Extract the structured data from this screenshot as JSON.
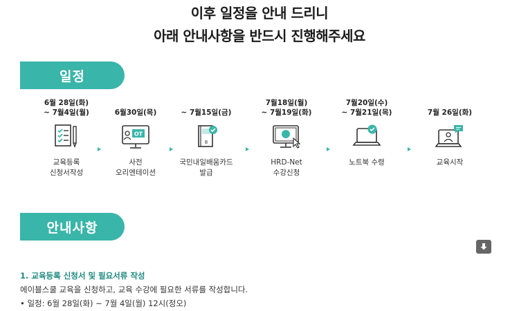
{
  "header": {
    "line1": "이후 일정을 안내 드리니",
    "line2": "아래 안내사항을 반드시 진행해주세요"
  },
  "schedule_label": "일정",
  "steps": [
    {
      "date1": "6월 28일(화)",
      "date2": "~ 7월4일(월)",
      "label1": "교육등록",
      "label2": "신청서작성",
      "icon": "document-pen-icon"
    },
    {
      "date1": "",
      "date2": "6월30일(목)",
      "label1": "사전",
      "label2": "오리엔테이션",
      "icon": "monitor-ot-icon",
      "badge": "OT"
    },
    {
      "date1": "",
      "date2": "~ 7월15일(금)",
      "label1": "국민내일배움카드",
      "label2": "발급",
      "icon": "card-check-icon"
    },
    {
      "date1": "7월18일(월)",
      "date2": "~ 7월19일(화)",
      "label1": "HRD-Net",
      "label2": "수강신청",
      "icon": "monitor-click-icon"
    },
    {
      "date1": "7월20일(수)",
      "date2": "~ 7월21일(목)",
      "label1": "노트북 수령",
      "label2": "",
      "icon": "laptop-check-icon"
    },
    {
      "date1": "",
      "date2": "7월 26일(화)",
      "label1": "교육시작",
      "label2": "",
      "icon": "laptop-chat-icon"
    }
  ],
  "notice_label": "안내사항",
  "notice": {
    "title": "1. 교육등록 신청서 및 필요서류 작성",
    "desc": "에이블스쿨 교육을 신청하고, 교육 수강에 필요한 서류를 작성합니다.",
    "bullet": "• 일정: 6월 28일(화) ~ 7월 4일(월) 12시(정오)"
  },
  "colors": {
    "accent": "#3ab5a9",
    "accent_dark": "#1f8a80",
    "icon_stroke": "#333333"
  }
}
